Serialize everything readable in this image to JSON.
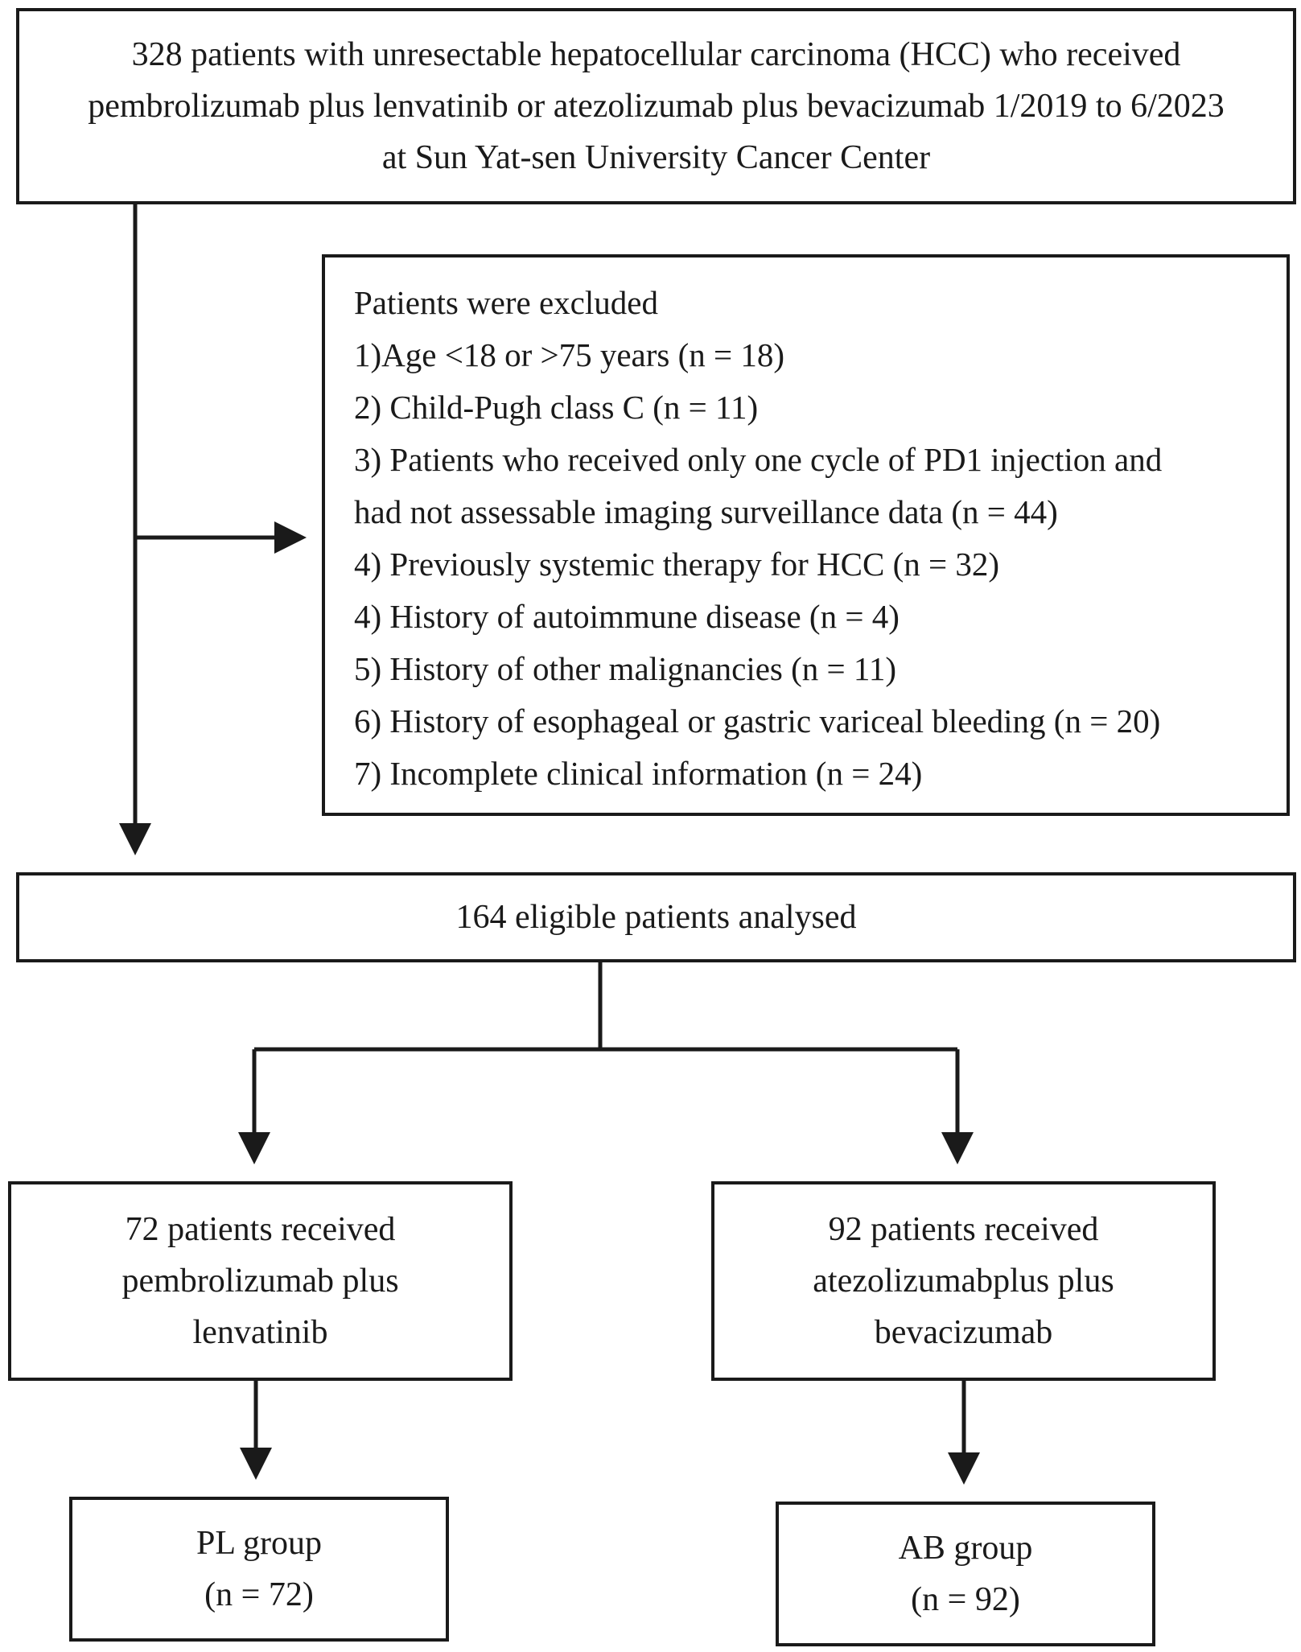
{
  "source_box": {
    "lines": [
      "328 patients with unresectable hepatocellular carcinoma (HCC) who received",
      "pembrolizumab plus lenvatinib or atezolizumab plus bevacizumab 1/2019 to 6/2023",
      "at Sun Yat-sen University Cancer Center"
    ]
  },
  "exclusion_box": {
    "title": "Patients were excluded",
    "lines": [
      "1)Age <18 or >75 years (n = 18)",
      "2) Child-Pugh class C (n = 11)",
      "3) Patients who received only one cycle of PD1 injection and",
      "had not assessable imaging surveillance data (n = 44)",
      "4) Previously systemic therapy for HCC (n = 32)",
      "4) History of autoimmune disease (n = 4)",
      "5) History of other malignancies (n = 11)",
      "6) History of esophageal or gastric variceal bleeding (n = 20)",
      "7) Incomplete clinical information (n = 24)"
    ]
  },
  "eligible_box": {
    "text": "164 eligible patients analysed"
  },
  "pl_arm_box": {
    "lines": [
      "72 patients received",
      "pembrolizumab plus",
      "lenvatinib"
    ]
  },
  "ab_arm_box": {
    "lines": [
      "92 patients received",
      "atezolizumabplus plus",
      "bevacizumab"
    ]
  },
  "pl_group_box": {
    "lines": [
      "PL group",
      "(n = 72)"
    ]
  },
  "ab_group_box": {
    "lines": [
      "AB group",
      "(n = 92)"
    ]
  },
  "colors": {
    "stroke": "#1a1a1a",
    "background": "#ffffff"
  }
}
